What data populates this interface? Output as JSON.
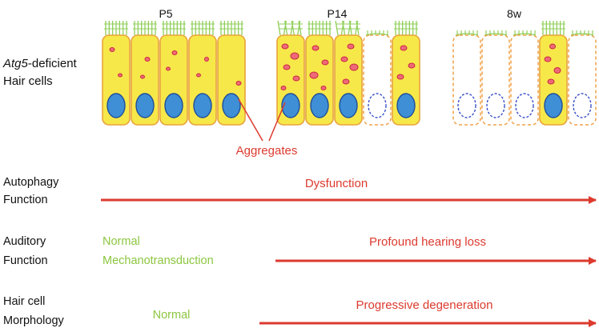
{
  "stages": [
    {
      "label": "P5"
    },
    {
      "label": "P14"
    },
    {
      "label": "8w"
    }
  ],
  "row_label": {
    "line1_italic": "Atg5",
    "line1_rest": "-deficient",
    "line2": "Hair cells"
  },
  "aggregates_label": "Aggregates",
  "rows": [
    {
      "label_line1": "Autophagy",
      "label_line2": "Function",
      "status_red": "Dysfunction"
    },
    {
      "label_line1": "Auditory",
      "label_line2": "Function",
      "status_green_line1": "Normal",
      "status_green_line2": "Mechanotransduction",
      "status_red": "Profound hearing loss"
    },
    {
      "label_line1": "Hair cell",
      "label_line2": "Morphology",
      "status_green_line1": "Normal",
      "status_red": "Progressive  degeneration"
    }
  ],
  "colors": {
    "cell_fill": "#f7e84a",
    "cell_stroke": "#e8a33a",
    "nucleus_fill": "#3f8fd6",
    "nucleus_stroke": "#1f4f99",
    "aggregate_fill": "#ee6a78",
    "aggregate_stroke": "#c8283f",
    "stereocilia": "#8fcf5a",
    "dead_cell_stroke": "#f0a24a",
    "dead_nucleus_stroke": "#3a50c8",
    "red": "#dc3a2e",
    "green": "#8cc63f",
    "text": "#111111"
  }
}
